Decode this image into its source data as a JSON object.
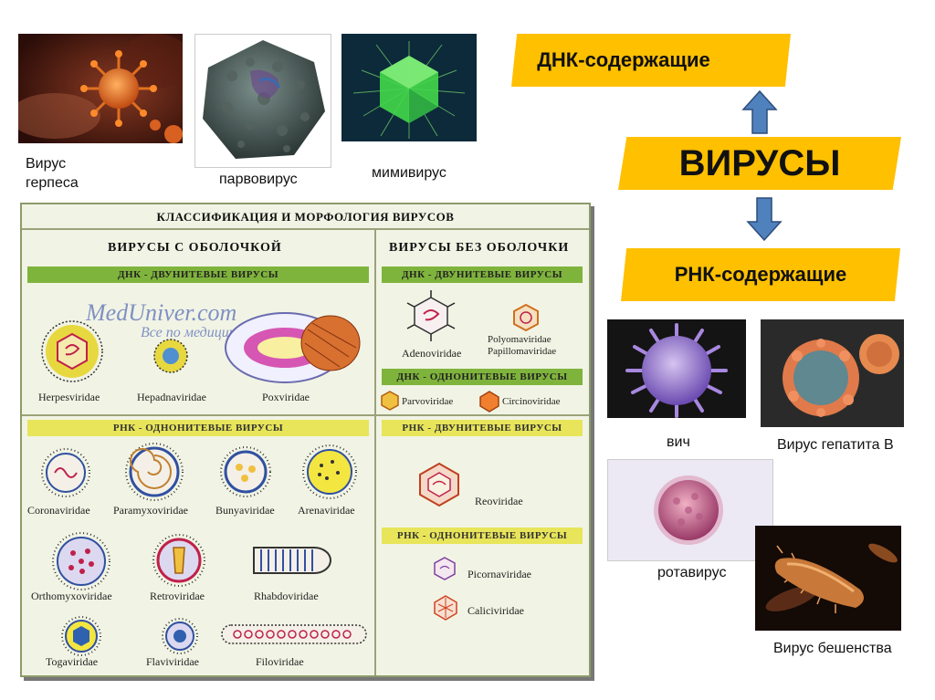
{
  "photos": {
    "herpes_caption": "Вирус\nгерпеса",
    "parvo_caption": "парвовирус",
    "mimi_caption": "мимивирус",
    "hiv_caption": "вич",
    "hepb_caption": "Вирус гепатита В",
    "rota_caption": "ротавирус",
    "rabies_caption": "Вирус бешенства"
  },
  "hierarchy": {
    "dna": "ДНК-содержащие",
    "viruses": "ВИРУСЫ",
    "rna": "РНК-содержащие"
  },
  "panel": {
    "title": "КЛАССИФИКАЦИЯ И МОРФОЛОГИЯ ВИРУСОВ",
    "left_head": "ВИРУСЫ С ОБОЛОЧКОЙ",
    "right_head": "ВИРУСЫ БЕЗ ОБОЛОЧКИ",
    "watermark_1": "MedUniver.com",
    "watermark_2": "Все по медицине...",
    "bands": {
      "left_dna": "ДНК - ДВУНИТЕВЫЕ ВИРУСЫ",
      "right_dna2": "ДНК - ДВУНИТЕВЫЕ ВИРУСЫ",
      "right_dna1": "ДНК - ОДНОНИТЕВЫЕ ВИРУСЫ",
      "left_rna1": "РНК - ОДНОНИТЕВЫЕ ВИРУСЫ",
      "right_rna2": "РНК - ДВУНИТЕВЫЕ ВИРУСЫ",
      "right_rna1": "РНК - ОДНОНИТЕВЫЕ ВИРУСЫ"
    },
    "labels": {
      "herpesviridae": "Herpesviridae",
      "hepadnaviridae": "Hepadnaviridae",
      "poxviridae": "Poxviridae",
      "adenoviridae": "Adenoviridae",
      "polyomaviridae": "Polyomaviridae",
      "papillomaviridae": "Papillomaviridae",
      "parvoviridae": "Parvoviridae",
      "circinoviridae": "Circinoviridae",
      "coronaviridae": "Coronaviridae",
      "paramyxoviridae": "Paramyxoviridae",
      "bunyaviridae": "Bunyaviridae",
      "arenaviridae": "Arenaviridae",
      "orthomyxoviridae": "Orthomyxoviridae",
      "retroviridae": "Retroviridae",
      "rhabdoviridae": "Rhabdoviridae",
      "togaviridae": "Togaviridae",
      "flaviviridae": "Flaviviridae",
      "filoviridae": "Filoviridae",
      "reoviridae": "Reoviridae",
      "picornaviridae": "Picornaviridae",
      "caliciviridae": "Caliciviridae"
    }
  },
  "colors": {
    "accent_yellow": "#ffc000",
    "arrow_blue": "#4f81bd",
    "band_green": "#7fb43c",
    "band_yellow": "#e8e55a"
  }
}
